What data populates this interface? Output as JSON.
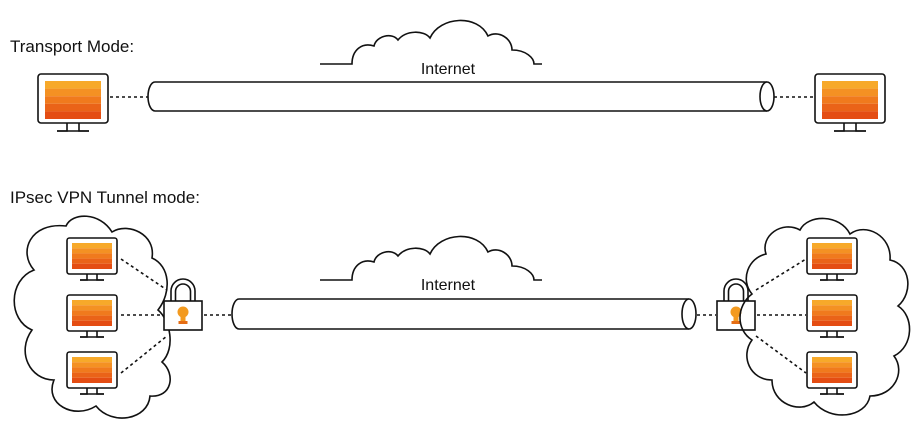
{
  "transport": {
    "title": "Transport Mode:",
    "cloud_label": "Internet"
  },
  "tunnel": {
    "title": "IPsec VPN Tunnel mode:",
    "cloud_label": "Internet"
  },
  "colors": {
    "screen_stripes": [
      "#f7a92a",
      "#f49123",
      "#f07a1d",
      "#ea6318",
      "#e44d13"
    ],
    "lock_keyhole": "#f39a1f",
    "outline": "#111111"
  },
  "icons": {
    "computer": "desktop-monitor-icon",
    "lock": "padlock-icon",
    "cloud": "cloud-icon",
    "tunnel": "pipe-tunnel-icon"
  }
}
